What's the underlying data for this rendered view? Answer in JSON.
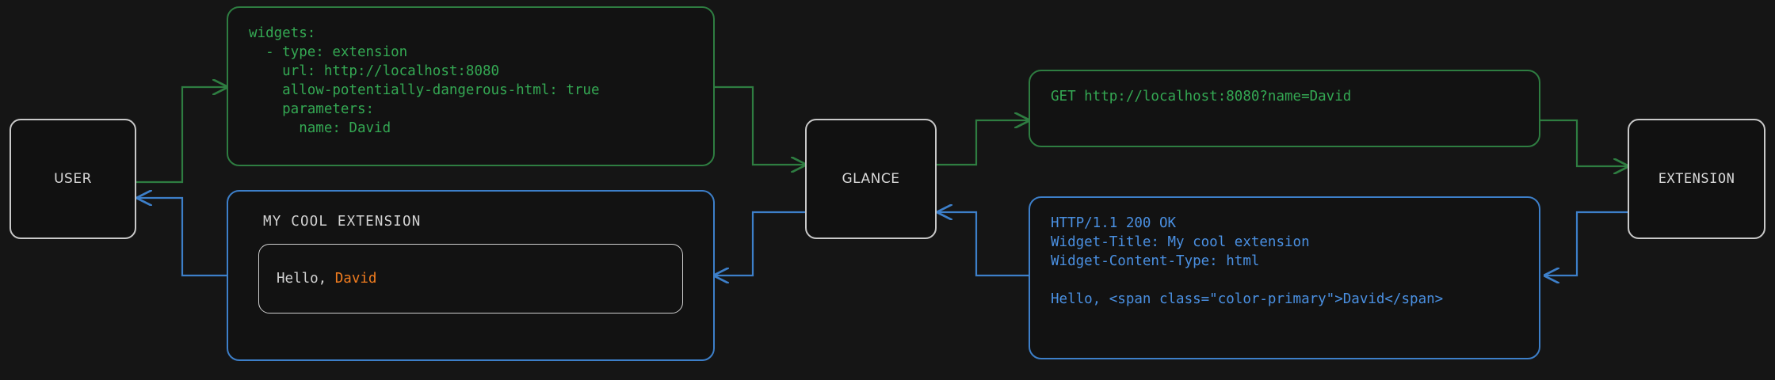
{
  "diagram": {
    "title": "glance extension request flow",
    "background_color": "#151515",
    "colors": {
      "request_flow": "#2e7d41",
      "request_text": "#34a853",
      "response_flow": "#3d7fc9",
      "response_text": "#4a90e2",
      "node_border": "#c9c9c9",
      "node_text": "#d8d8d8",
      "accent_primary": "#f07c1f"
    },
    "nodes": [
      {
        "id": "user",
        "label": "USER"
      },
      {
        "id": "glance",
        "label": "GLANCE"
      },
      {
        "id": "extension",
        "label": "EXTENSION"
      }
    ],
    "config_block": {
      "flow": "request",
      "lines": [
        "widgets:",
        "  - type: extension",
        "    url: http://localhost:8080",
        "    allow-potentially-dangerous-html: true",
        "    parameters:",
        "      name: David"
      ]
    },
    "request_block": {
      "flow": "request",
      "lines": [
        "GET http://localhost:8080?name=David"
      ]
    },
    "response_block": {
      "flow": "response",
      "lines": [
        "HTTP/1.1 200 OK",
        "Widget-Title: My cool extension",
        "Widget-Content-Type: html",
        "",
        "Hello, <span class=\"color-primary\">David</span>"
      ]
    },
    "widget_preview": {
      "flow": "response",
      "title": "MY COOL EXTENSION",
      "greeting_prefix": "Hello, ",
      "greeting_name": "David"
    }
  }
}
